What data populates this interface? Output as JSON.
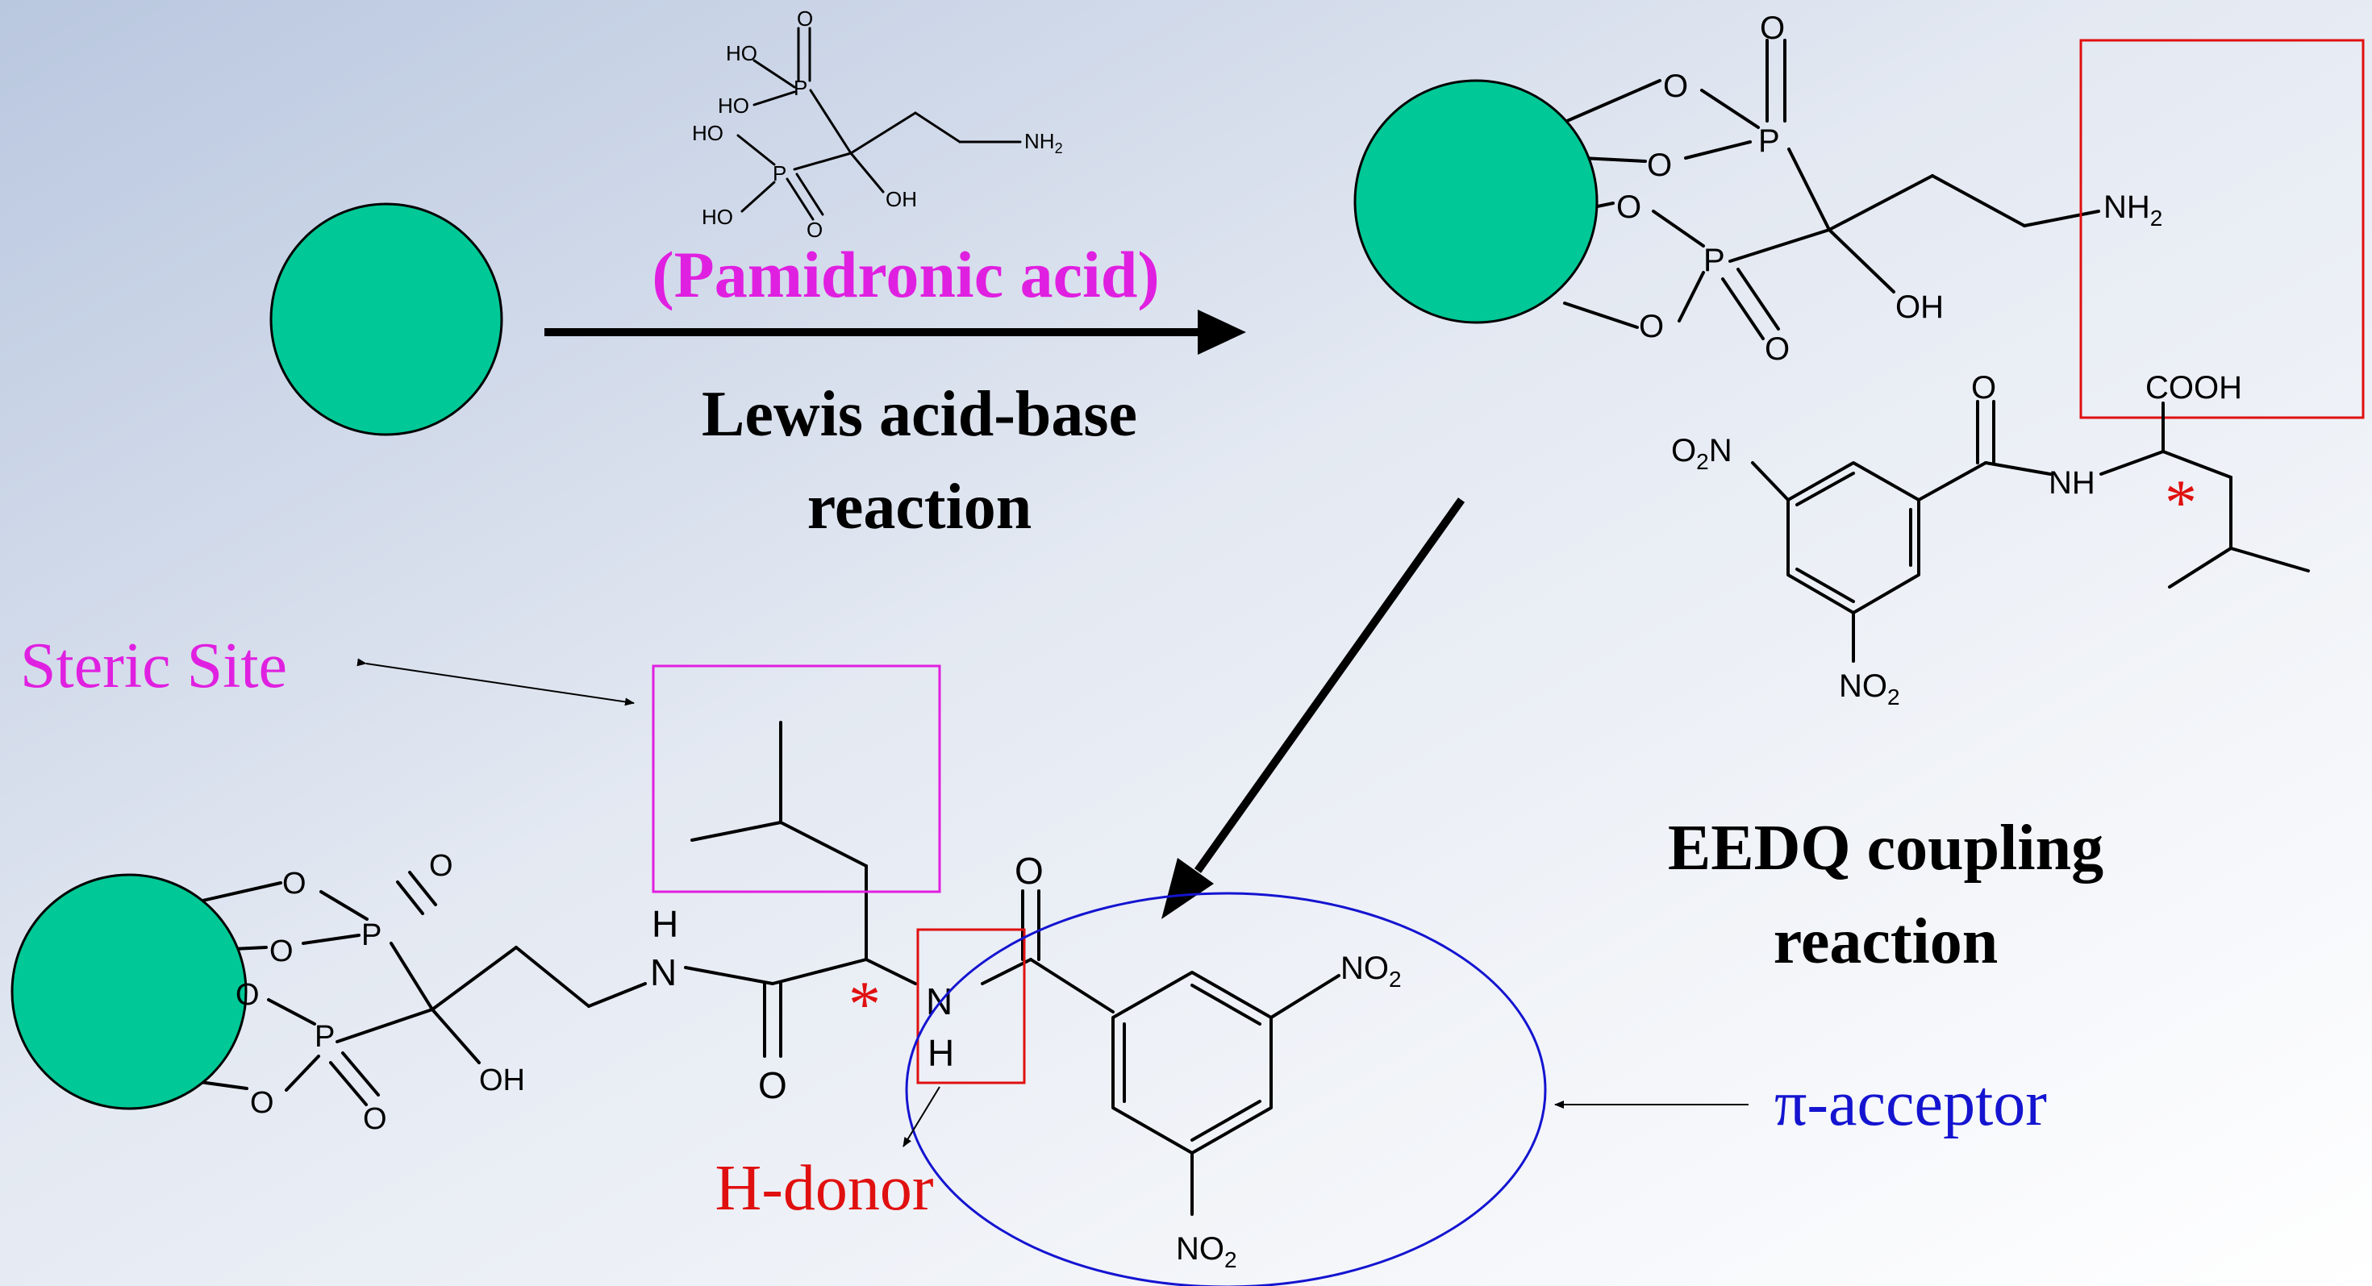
{
  "colors": {
    "bead": "#00C896",
    "magenta": "#E020E0",
    "red": "#E01010",
    "blue": "#1414D0"
  },
  "labels": {
    "pamidronic": "(Pamidronic acid)",
    "lewis_1": "Lewis acid-base",
    "lewis_2": "reaction",
    "eedq_1": "EEDQ coupling",
    "eedq_2": "reaction",
    "steric": "Steric Site",
    "h_donor": "H-donor",
    "pi_acceptor": "π-acceptor",
    "star": "*"
  },
  "atoms": {
    "O": "O",
    "P": "P",
    "HO": "HO",
    "OH": "OH",
    "H": "H",
    "N": "N",
    "NH": "NH",
    "NH2": "NH",
    "NO2": "NO",
    "O2N_O": "O",
    "O2N_N": "N",
    "COOH": "COOH",
    "sub2": "2"
  }
}
